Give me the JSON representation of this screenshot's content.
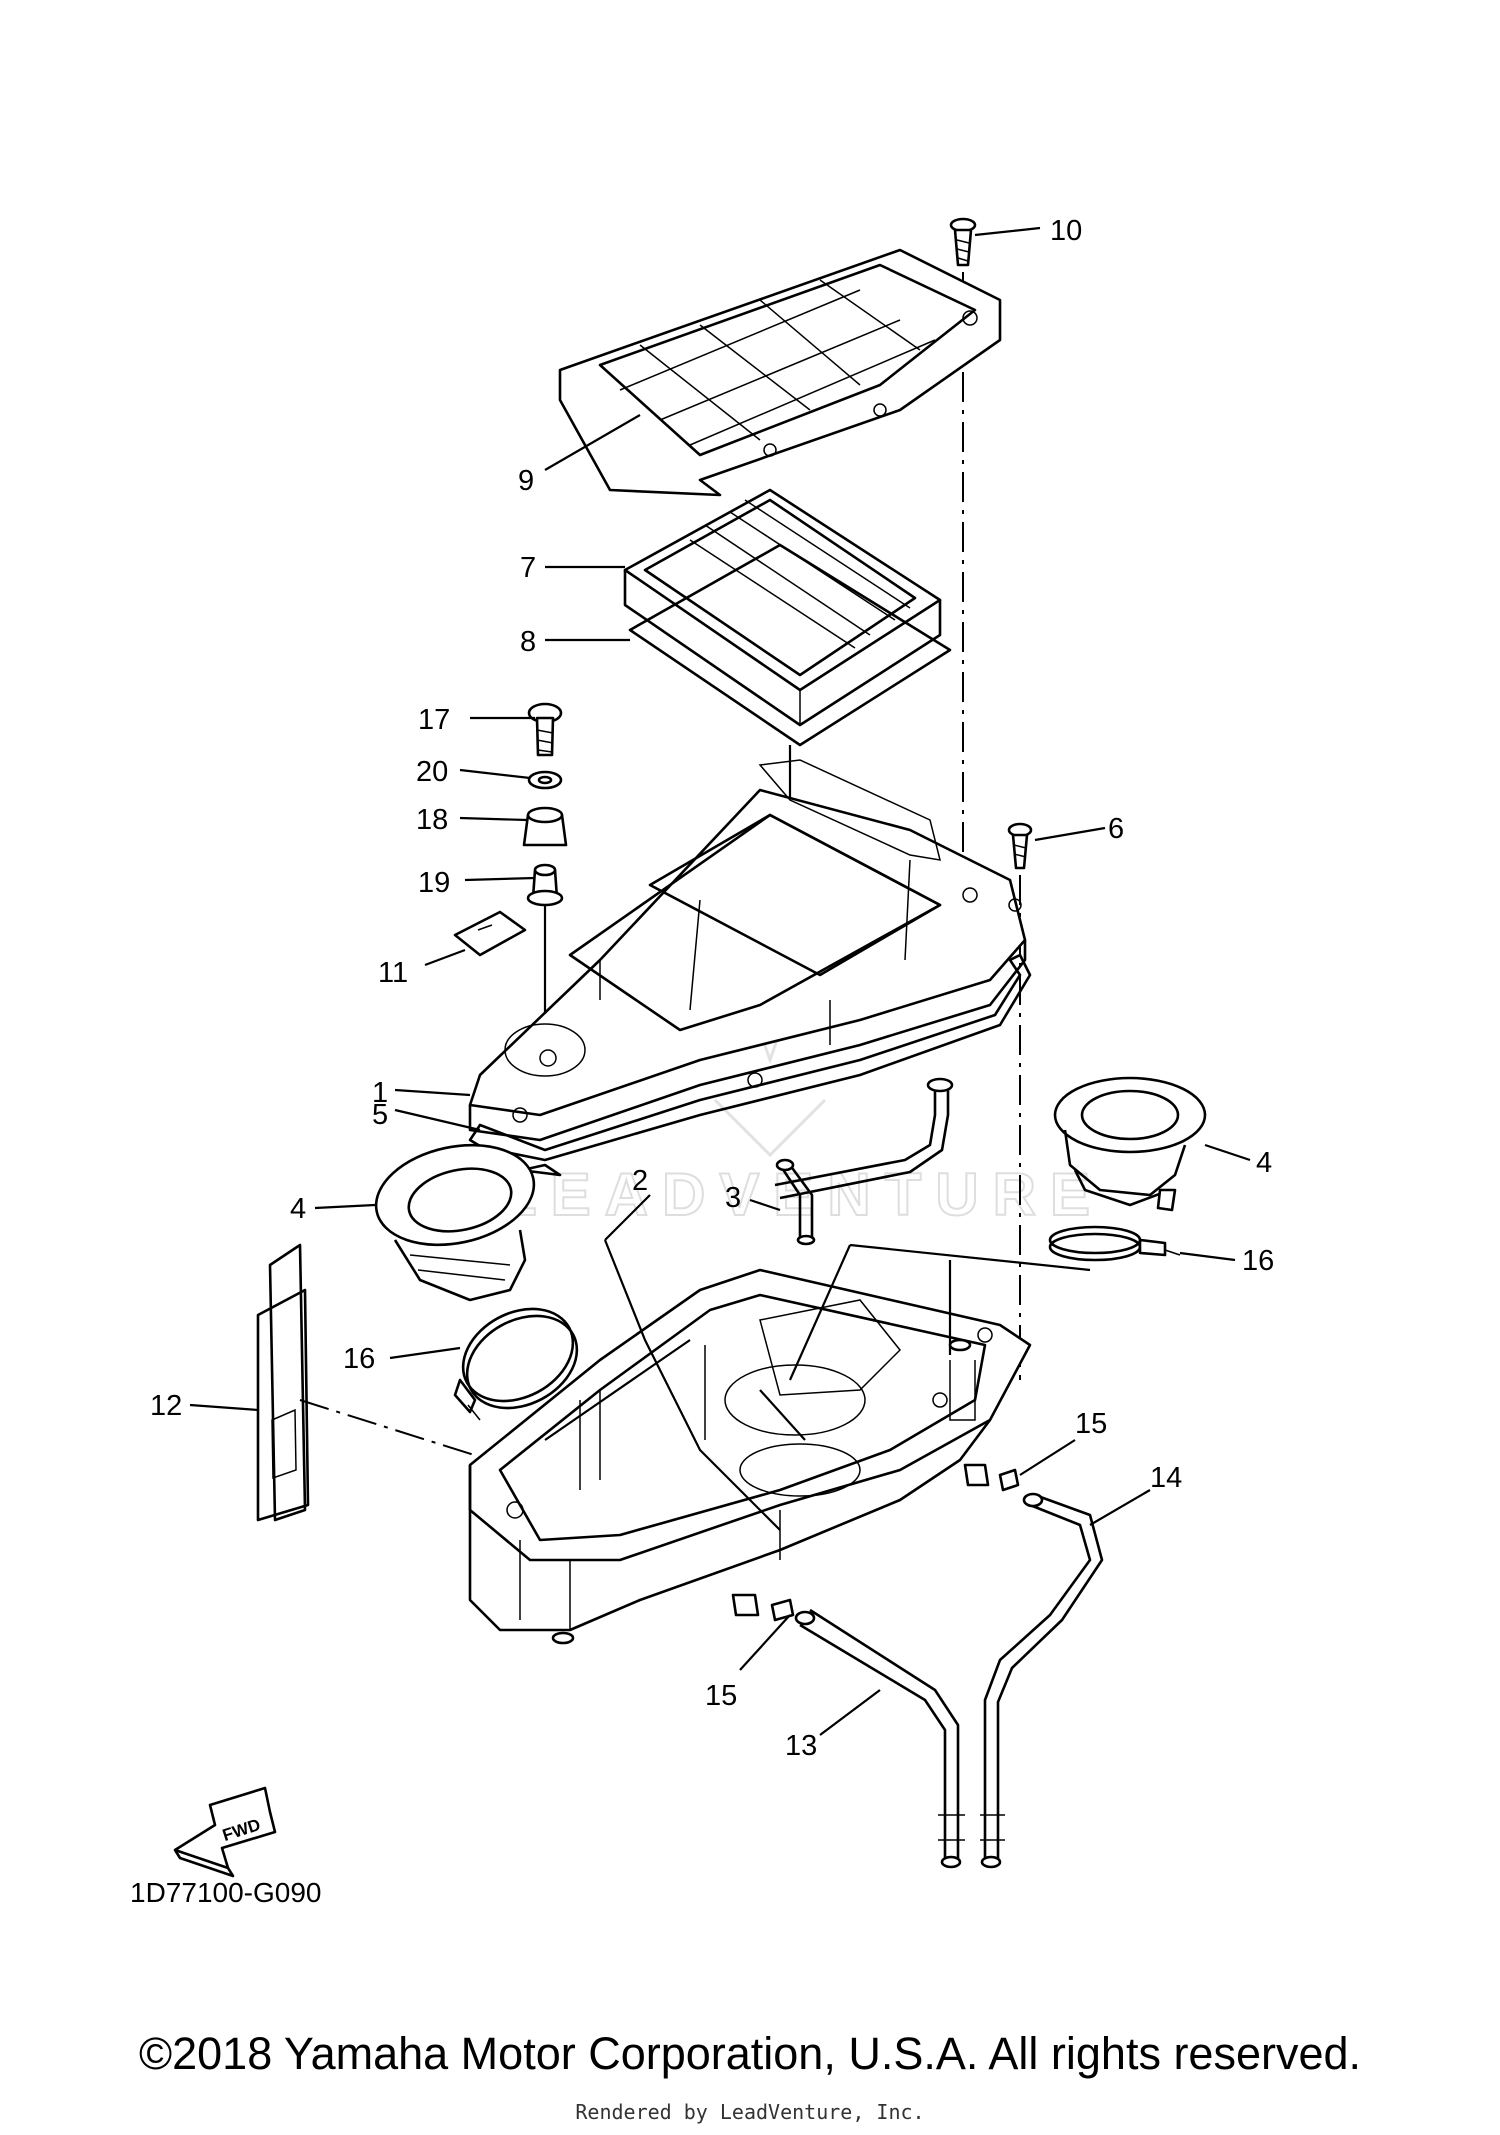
{
  "diagram": {
    "callouts": [
      "10",
      "9",
      "7",
      "8",
      "17",
      "20",
      "18",
      "19",
      "6",
      "11",
      "1",
      "5",
      "4",
      "4",
      "2",
      "3",
      "16",
      "16",
      "12",
      "15",
      "14",
      "15",
      "13"
    ],
    "diagram_code": "1D77100-G090",
    "fwd_label": "FWD",
    "watermark": "LEADVENTURE"
  },
  "footer": {
    "copyright": "©2018 Yamaha Motor Corporation, U.S.A. All rights reserved.",
    "rendered_by": "Rendered by LeadVenture, Inc."
  }
}
